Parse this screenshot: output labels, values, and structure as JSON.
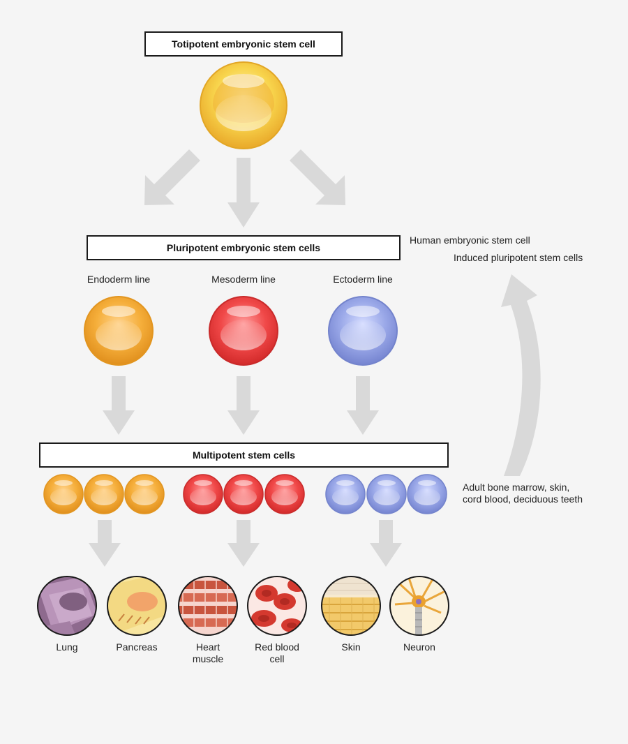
{
  "totipotent": {
    "title": "Totipotent embryonic stem cell"
  },
  "pluripotent": {
    "title": "Pluripotent embryonic stem cells",
    "lines": [
      "Endoderm line",
      "Mesoderm line",
      "Ectoderm line"
    ],
    "sources": [
      "Human embryonic stem cell",
      "Induced pluripotent stem cells"
    ]
  },
  "multipotent": {
    "title": "Multipotent stem cells",
    "sources": [
      "Adult bone marrow, skin,",
      "cord blood, deciduous teeth"
    ]
  },
  "cell_types": [
    {
      "line1": "Lung",
      "line2": ""
    },
    {
      "line1": "Pancreas",
      "line2": ""
    },
    {
      "line1": "Heart",
      "line2": "muscle"
    },
    {
      "line1": "Red blood",
      "line2": "cell"
    },
    {
      "line1": "Skin",
      "line2": ""
    },
    {
      "line1": "Neuron",
      "line2": ""
    }
  ],
  "colors": {
    "yellow": "#f5c93a",
    "orange": "#f3a830",
    "red": "#ee3b3b",
    "blue": "#8f9ee0",
    "arrow": "#d9d9d9"
  }
}
